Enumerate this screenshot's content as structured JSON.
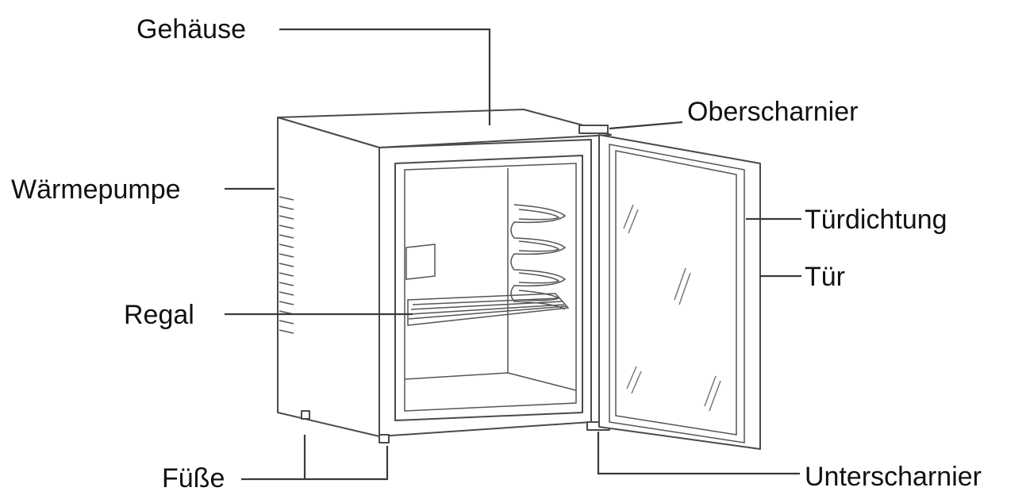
{
  "labels": {
    "housing": "Gehäuse",
    "upper_hinge": "Oberscharnier",
    "heat_pump": "Wärmepumpe",
    "door_seal": "Türdichtung",
    "door": "Tür",
    "shelf": "Regal",
    "feet": "Füße",
    "lower_hinge": "Unterscharnier"
  }
}
